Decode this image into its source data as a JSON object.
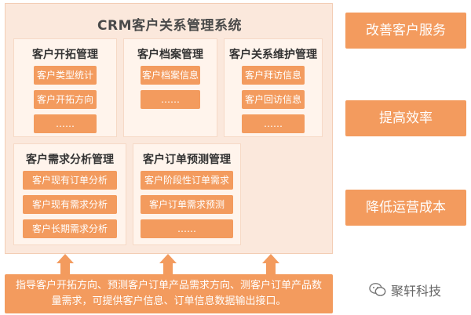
{
  "main": {
    "title": "CRM客户关系管理系统",
    "modules": [
      {
        "title": "客户开拓管理",
        "items": [
          "客户类型统计",
          "客户开拓方向",
          "……"
        ]
      },
      {
        "title": "客户档案管理",
        "items": [
          "客户档案信息",
          "……"
        ]
      },
      {
        "title": "客户关系维护管理",
        "items": [
          "客户拜访信息",
          "客户回访信息",
          "……"
        ]
      },
      {
        "title": "客户需求分析管理",
        "items": [
          "客户现有订单分析",
          "客户现有需求分析",
          "客户长期需求分析"
        ]
      },
      {
        "title": "客户订单预测管理",
        "items": [
          "客户阶段性订单需求",
          "客户订单需求预测",
          "……"
        ]
      }
    ]
  },
  "goals": [
    "改善客户服务",
    "提高效率",
    "降低运营成本"
  ],
  "footer": {
    "text": "指导客户开拓方向、预测客户订单产品需求方向、测客户订单产品数量需求，可提供客户信息、订单信息数据输出接口。"
  },
  "watermark": {
    "brand": "聚轩科技",
    "icon": "wechat-icon"
  },
  "colors": {
    "accent": "#f39b5e",
    "panel": "#fbe8dc",
    "module_bg": "#fff4ec"
  }
}
